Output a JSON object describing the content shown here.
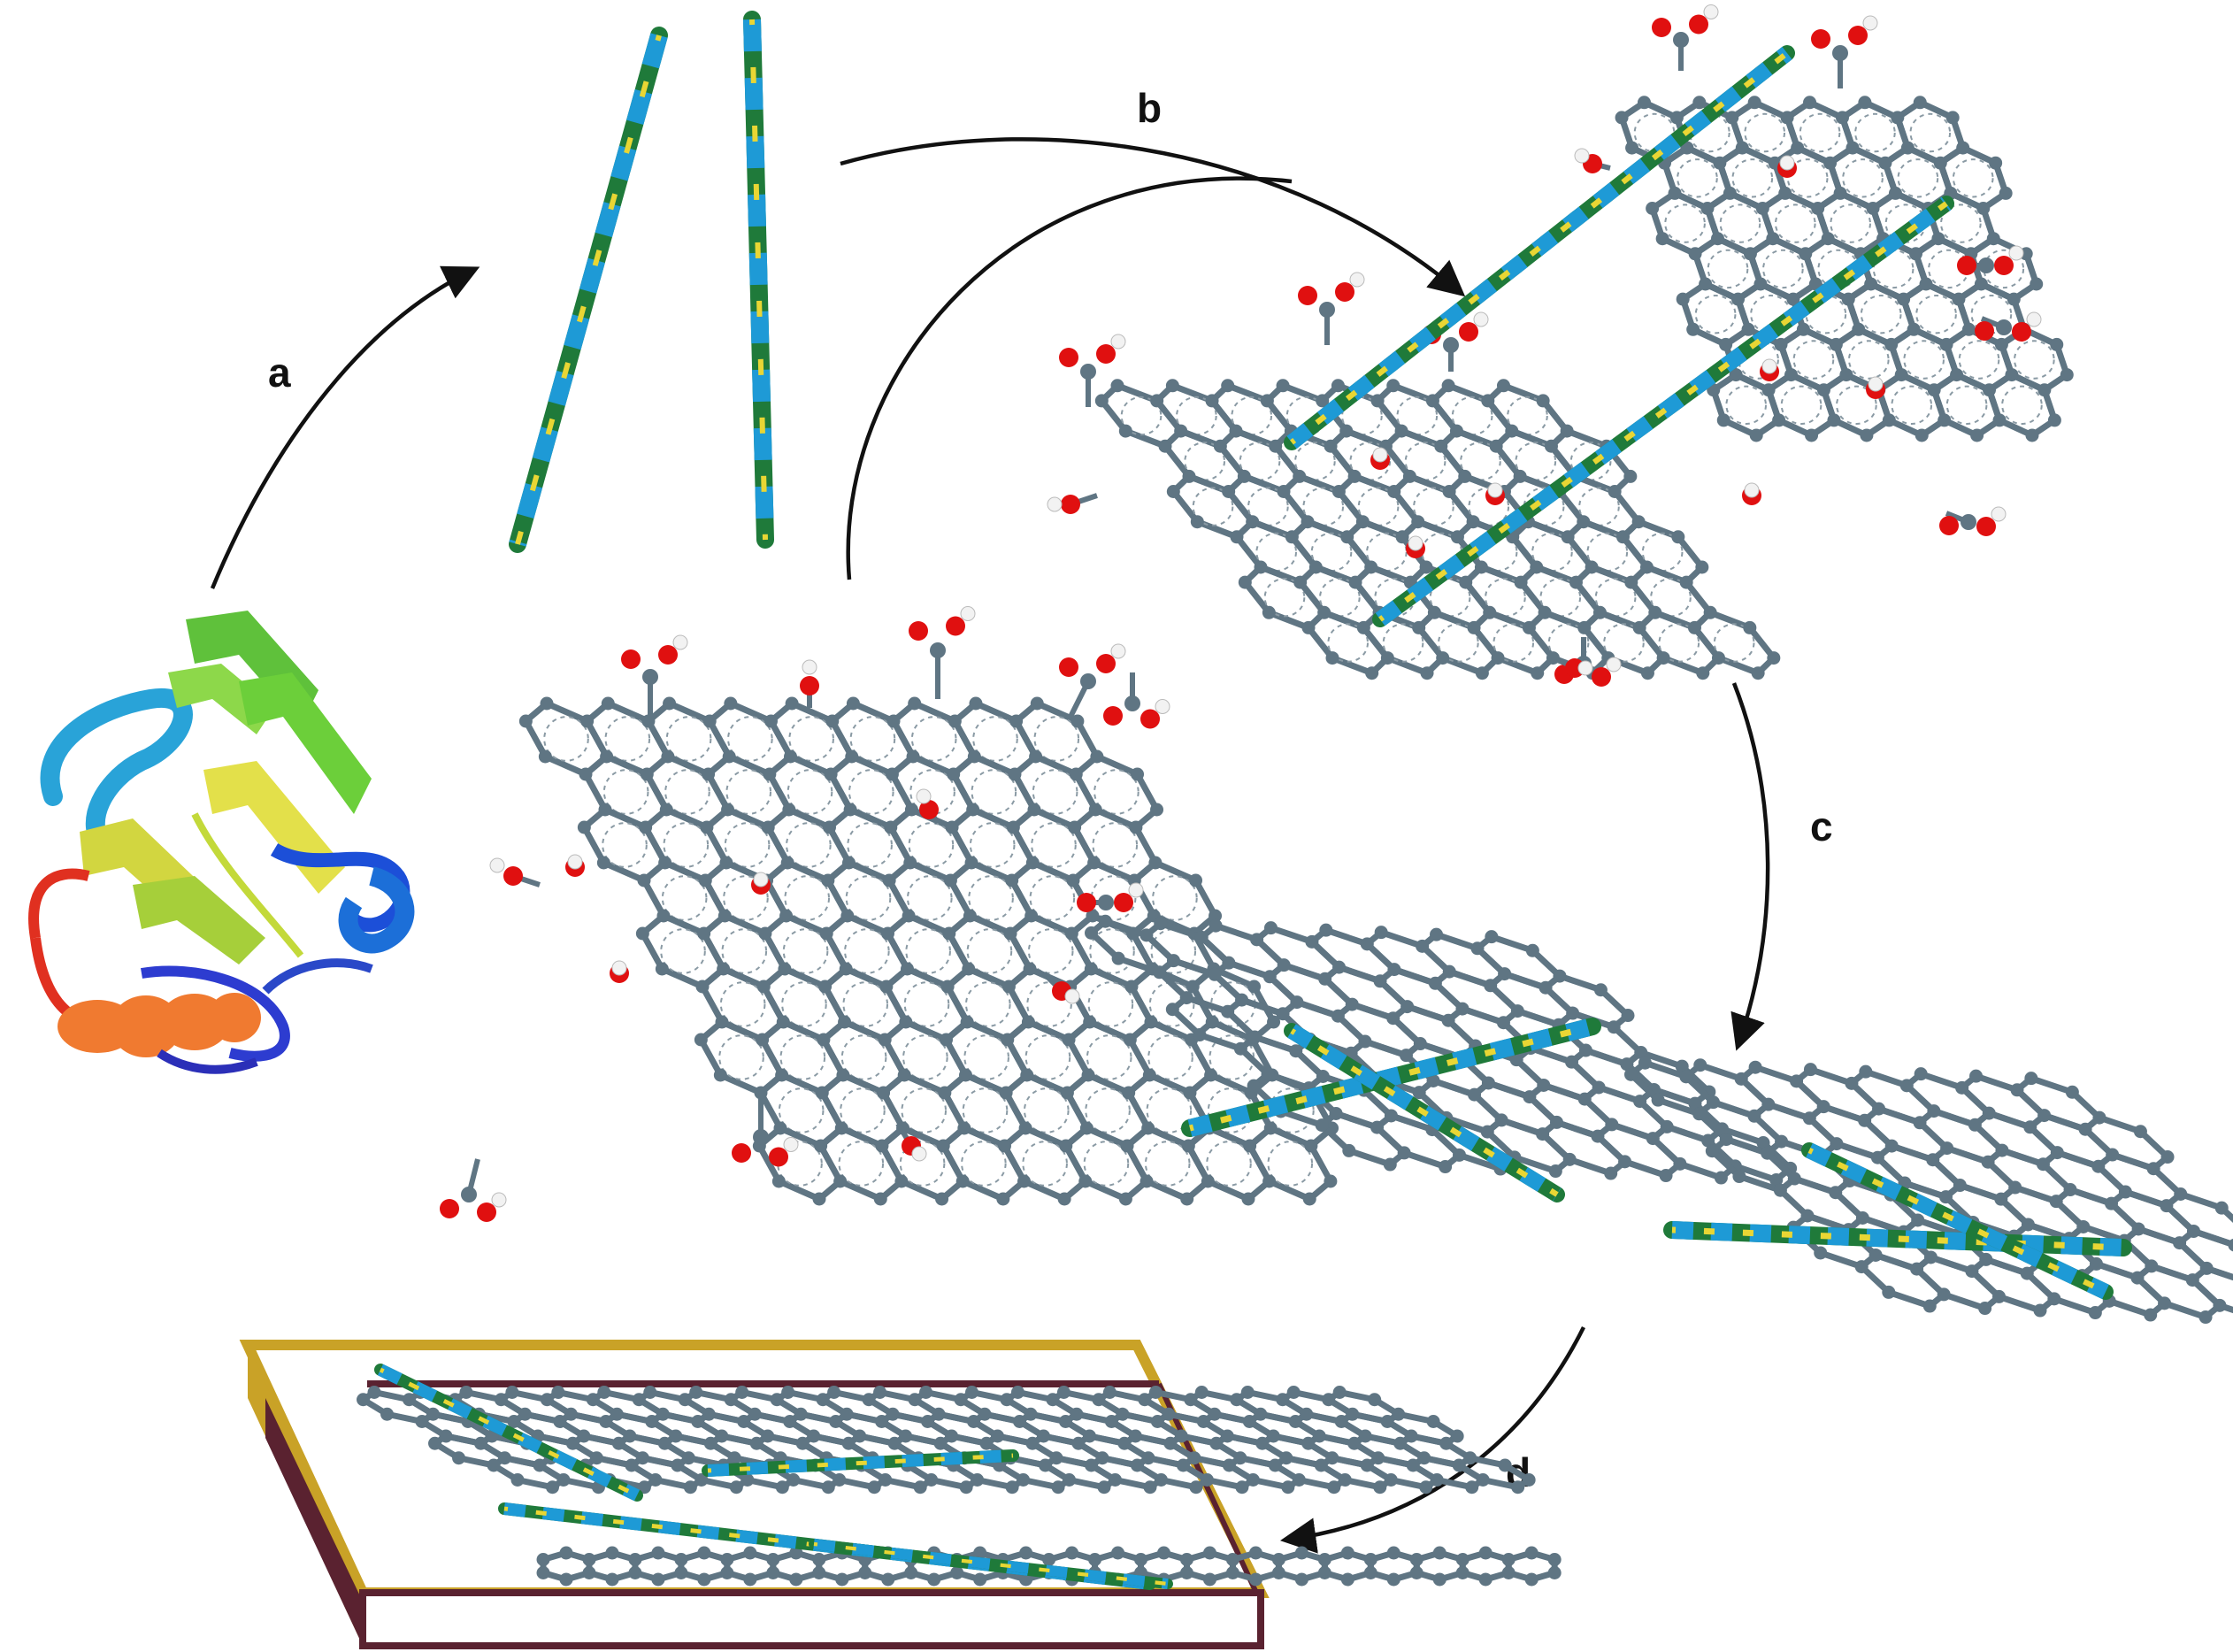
{
  "steps": [
    {
      "id": "a",
      "label": "a"
    },
    {
      "id": "b",
      "label": "b"
    },
    {
      "id": "c",
      "label": "c"
    },
    {
      "id": "d",
      "label": "d"
    }
  ],
  "colors": {
    "carbon": "#5f7583",
    "oxygen": "#e01010",
    "hydrogen": "#f2f2f2",
    "fibril_blue": "#1e9ad6",
    "fibril_green": "#1f7a3a",
    "fibril_yellow": "#e9d634",
    "frame_gold": "#c9a227",
    "frame_maroon": "#5a2230",
    "arrow": "#111111"
  },
  "icons": [
    "protein-ribbon-icon",
    "amyloid-fibril-icon",
    "graphene-oxide-sheet-icon",
    "graphene-sheet-icon",
    "membrane-frame-icon"
  ]
}
